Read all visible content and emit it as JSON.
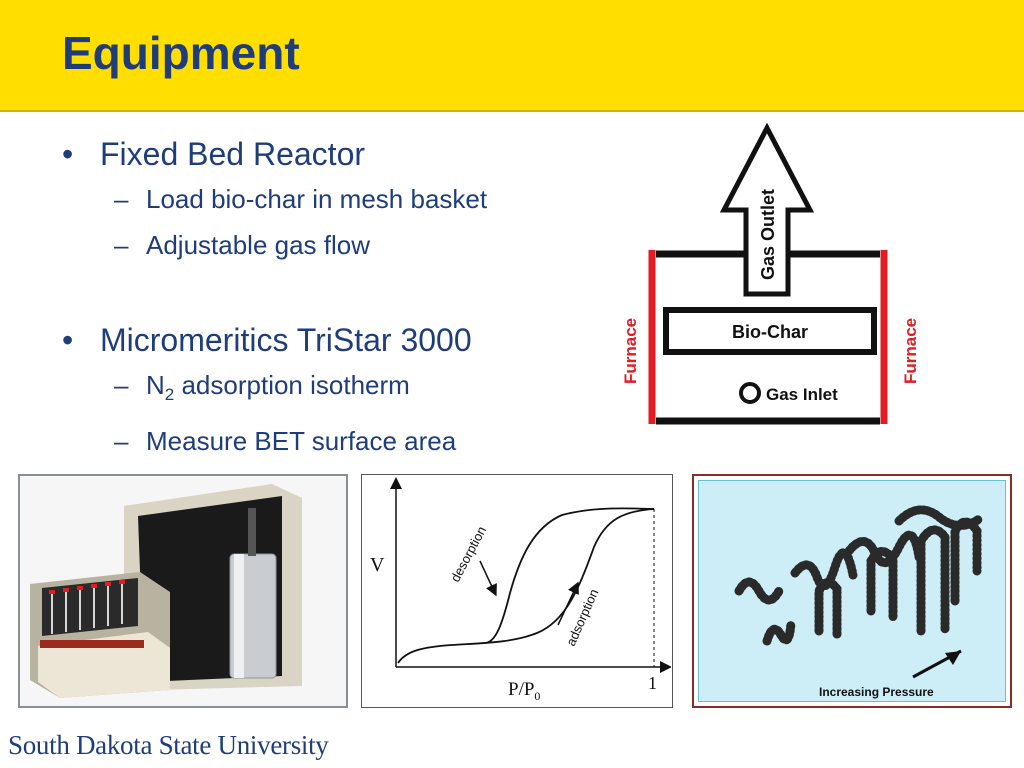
{
  "slide": {
    "title": "Equipment",
    "bullets": [
      {
        "text": "Fixed Bed Reactor",
        "subs": [
          "Load bio-char in mesh basket",
          "Adjustable gas flow"
        ]
      },
      {
        "text": "Micromeritics TriStar 3000",
        "subs": [
          {
            "prefix": "N",
            "sub": "2",
            "suffix": " adsorption isotherm"
          },
          "Measure BET surface area"
        ]
      }
    ],
    "bullet_glyph": "•",
    "dash_glyph": "–"
  },
  "reactor_diagram": {
    "gas_outlet": "Gas Outlet",
    "biochar": "Bio-Char",
    "gas_inlet": "Gas Inlet",
    "furnace_left": "Furnace",
    "furnace_right": "Furnace",
    "colors": {
      "furnace": "#e31b23",
      "outline": "#111111"
    }
  },
  "isotherm": {
    "y_label": "V",
    "x_label_main": "P/P",
    "x_label_sub": "0",
    "x_end_tick": "1",
    "desorption_label": "desorption",
    "adsorption_label": "adsorption"
  },
  "pore_figure": {
    "caption": "Increasing Pressure"
  },
  "footer": {
    "university": "South Dakota State University"
  },
  "colors": {
    "header_bg": "#ffde00",
    "title_text": "#1f3d7a",
    "body_text": "#1f3d7a"
  }
}
